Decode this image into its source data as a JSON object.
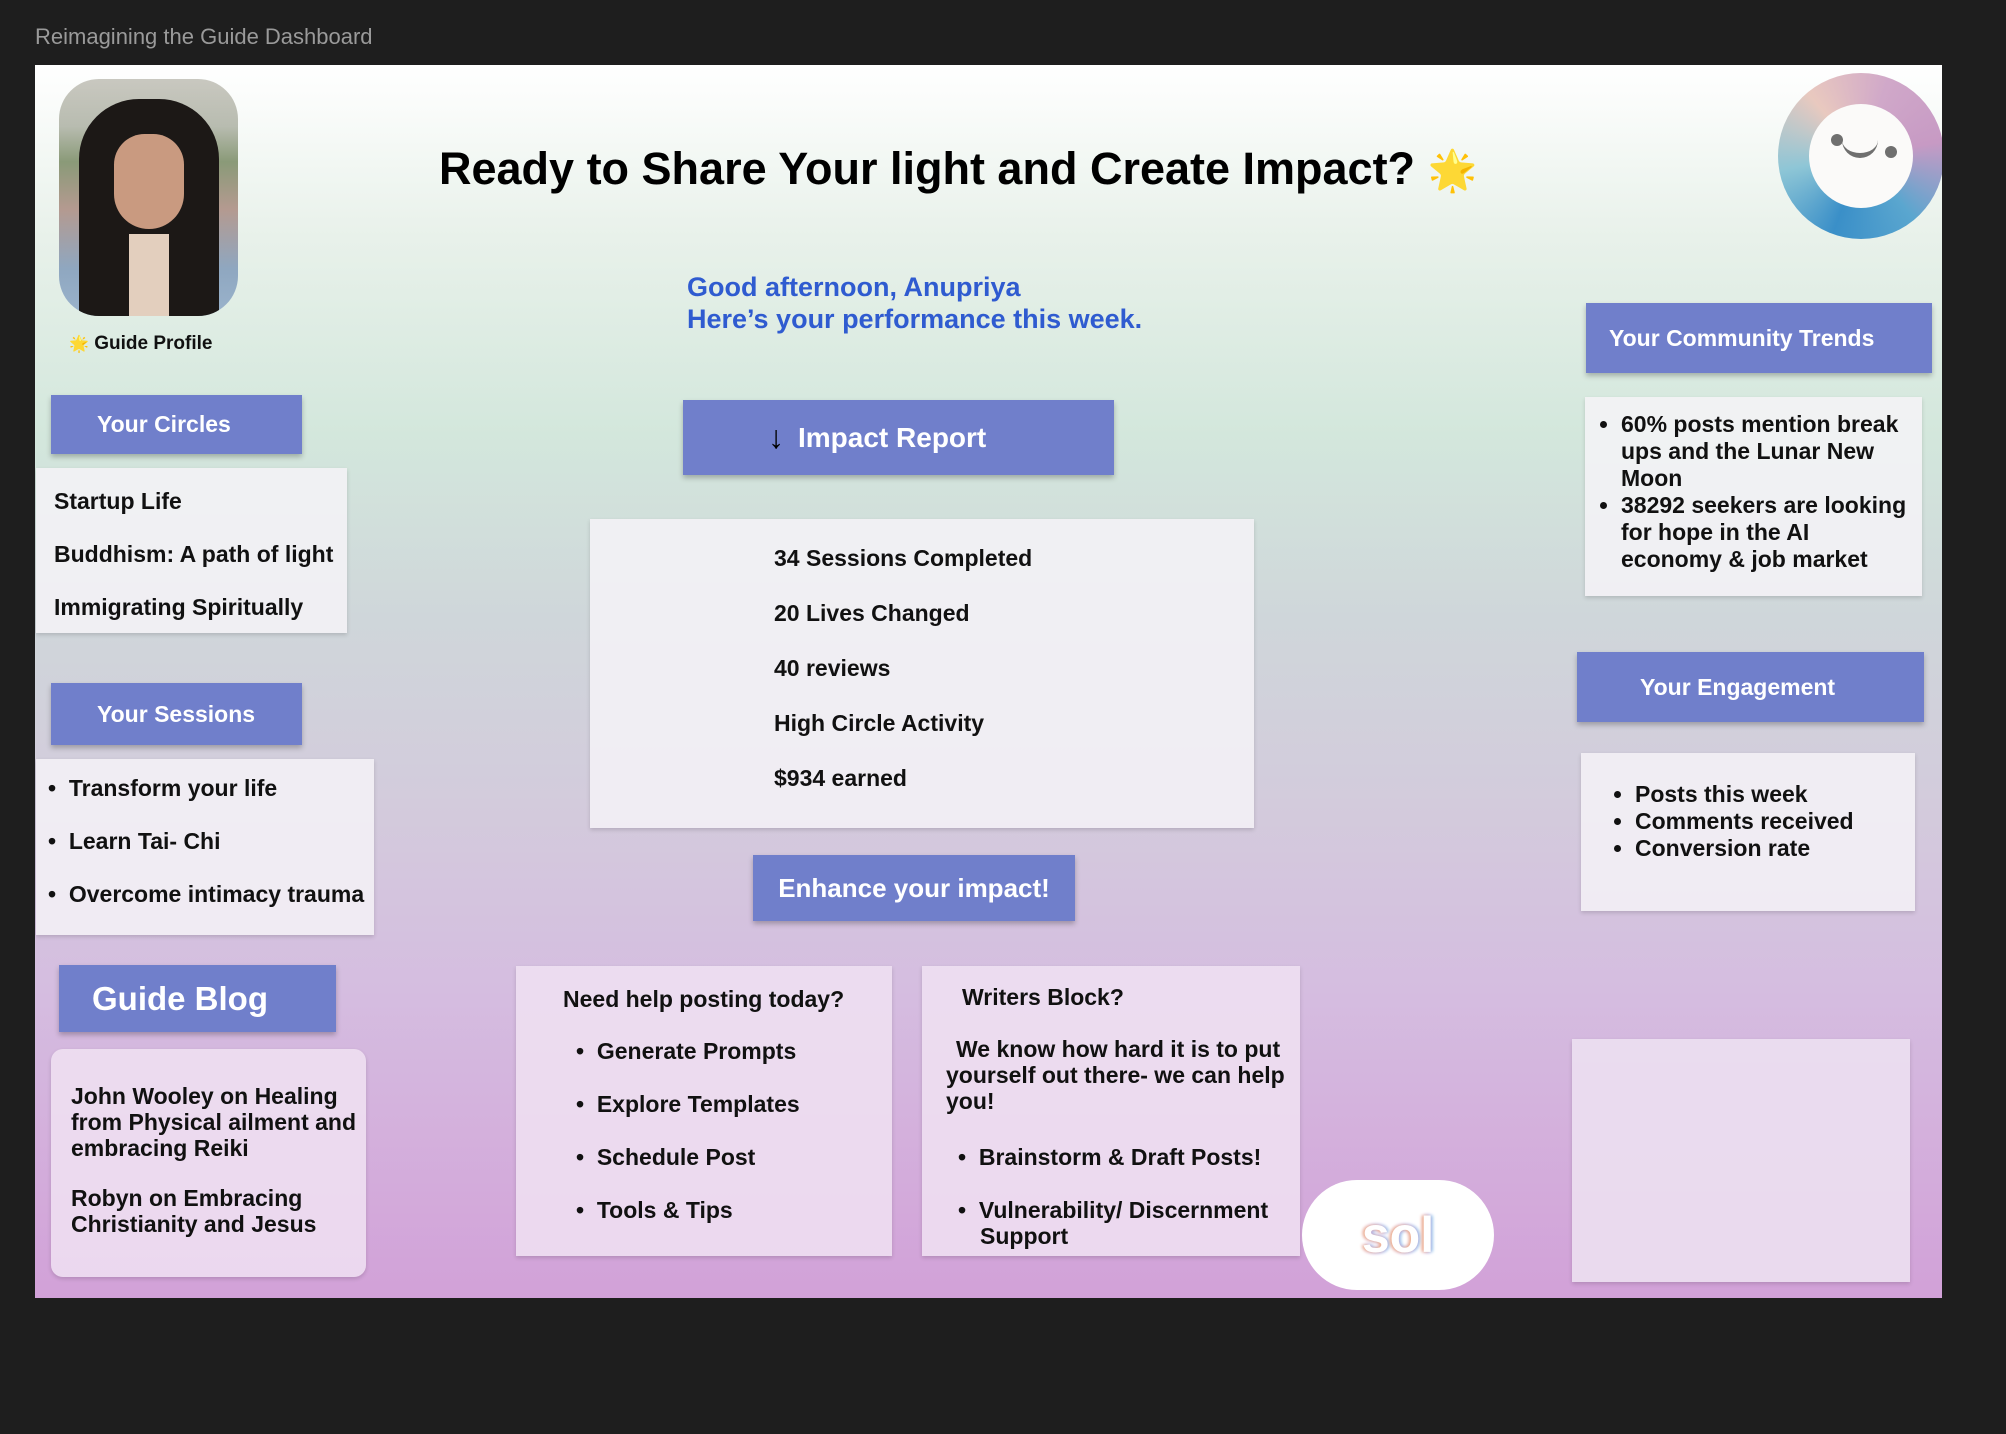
{
  "frame_title": "Reimagining the Guide Dashboard",
  "profile": {
    "label": "Guide Profile",
    "star": "🌟"
  },
  "header": {
    "title": "Ready to Share Your light and Create Impact?",
    "star": "🌟"
  },
  "greeting": {
    "line1": "Good afternoon, Anupriya",
    "line2": "Here’s your performance this week."
  },
  "circles": {
    "button": "Your Circles",
    "items": [
      "Startup Life",
      "Buddhism: A path of light",
      "Immigrating Spiritually"
    ]
  },
  "sessions": {
    "button": "Your Sessions",
    "items": [
      "Transform your life",
      "Learn Tai- Chi",
      "Overcome intimacy trauma"
    ]
  },
  "blog": {
    "button": "Guide Blog",
    "posts": [
      "John Wooley on Healing from Physical ailment and embracing Reiki",
      "Robyn on Embracing Christianity and Jesus"
    ]
  },
  "impact": {
    "button": "Impact Report",
    "arrow": "↓",
    "stats": [
      "34 Sessions Completed",
      "20 Lives Changed",
      "40 reviews",
      "High Circle Activity",
      "$934 earned"
    ]
  },
  "enhance": {
    "button": "Enhance your impact!"
  },
  "posting": {
    "title": "Need help posting today?",
    "items": [
      "Generate Prompts",
      "Explore Templates",
      "Schedule Post",
      "Tools & Tips"
    ]
  },
  "writers": {
    "title": "Writers Block?",
    "body": "We know how hard it is to put yourself out there- we can help you!",
    "items": [
      "Brainstorm & Draft Posts!",
      "Vulnerability/ Discernment Support"
    ]
  },
  "sol": {
    "label": "sol"
  },
  "trends": {
    "button": "Your Community Trends",
    "items": [
      "60% posts mention break ups and the Lunar New Moon",
      "38292 seekers are looking for hope in the AI economy & job market"
    ]
  },
  "engagement": {
    "button": "Your Engagement",
    "items": [
      "Posts this week",
      "Comments received",
      "Conversion rate"
    ]
  },
  "colors": {
    "accent": "#707fcb",
    "greeting": "#2f5bd0"
  }
}
